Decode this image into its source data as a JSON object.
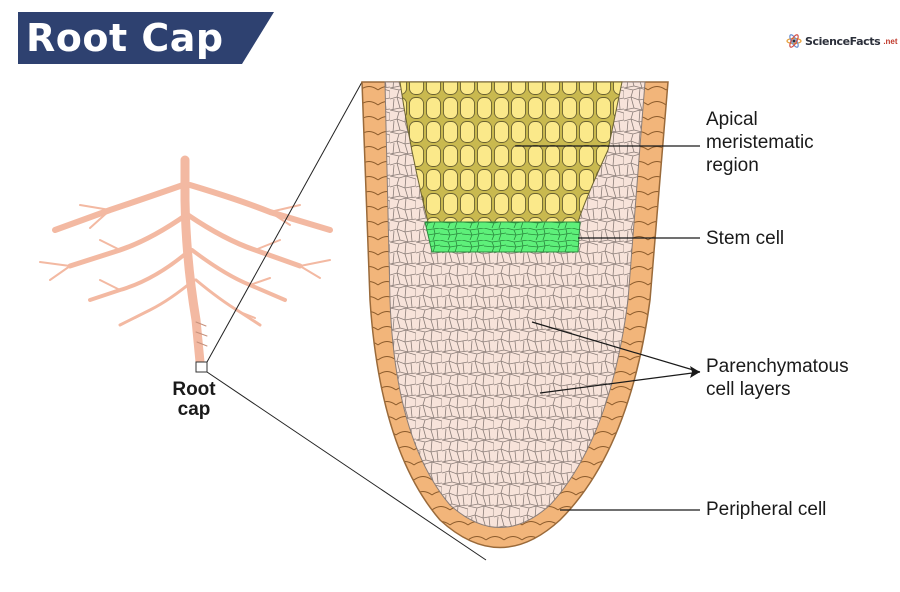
{
  "title": "Root Cap",
  "brand": {
    "name": "ScienceFacts",
    "tld": ".net"
  },
  "labels": {
    "apical_line1": "Apical",
    "apical_line2": "meristematic",
    "apical_line3": "region",
    "stem_cell": "Stem cell",
    "parenchymatous_line1": "Parenchymatous",
    "parenchymatous_line2": "cell layers",
    "peripheral_cell": "Peripheral cell",
    "root_cap_line1": "Root",
    "root_cap_line2": "cap"
  },
  "colors": {
    "banner": "#2e4170",
    "meristem": "#fbe98a",
    "stem_cell": "#5ef07a",
    "parenchyma": "#f7e3da",
    "peripheral": "#f2b57a",
    "root": "#f3b9a2"
  }
}
